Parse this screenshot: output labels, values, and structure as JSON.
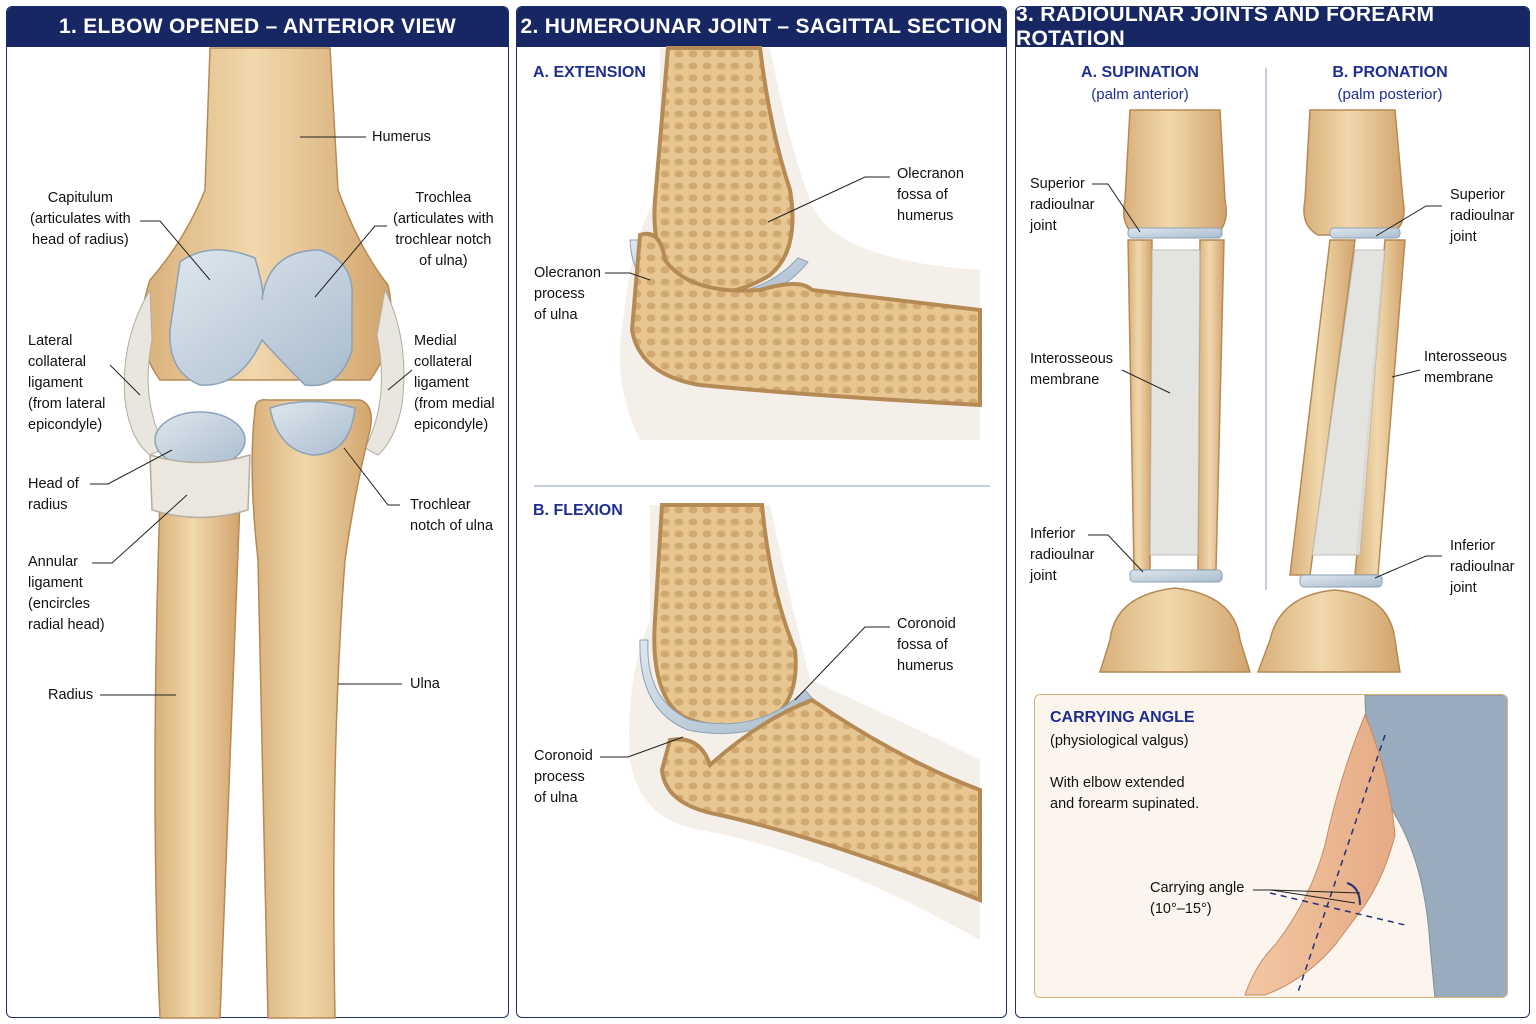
{
  "panels": [
    {
      "title": "1. ELBOW OPENED – ANTERIOR VIEW"
    },
    {
      "title": "2. HUMEROUNAR JOINT – SAGITTAL SECTION"
    },
    {
      "title": "3. RADIOULNAR JOINTS AND FOREARM ROTATION"
    }
  ],
  "p1": {
    "humerus": "Humerus",
    "capitulum": "Capitulum\n(articulates with\nhead of radius)",
    "trochlea": "Trochlea\n(articulates with\ntrochlear notch\nof ulna)",
    "lcl": "Lateral\ncollateral\nligament\n(from lateral\nepicondyle)",
    "mcl": "Medial\ncollateral\nligament\n(from medial\nepicondyle)",
    "head_radius": "Head of\nradius",
    "trochlear_notch": "Trochlear\nnotch of ulna",
    "annular": "Annular\nligament\n(encircles\nradial head)",
    "radius": "Radius",
    "ulna": "Ulna"
  },
  "p2": {
    "extension": "A. EXTENSION",
    "flexion": "B. FLEXION",
    "olecranon_fossa": "Olecranon\nfossa of\nhumerus",
    "olecranon_process": "Olecranon\nprocess\nof ulna",
    "coronoid_fossa": "Coronoid\nfossa of\nhumerus",
    "coronoid_process": "Coronoid\nprocess\nof ulna"
  },
  "p3": {
    "supination": "A. SUPINATION",
    "supination_note": "(palm anterior)",
    "pronation": "B. PRONATION",
    "pronation_note": "(palm posterior)",
    "sup_superior": "Superior\nradioulnar\njoint",
    "sup_interosseous": "Interosseous\nmembrane",
    "sup_inferior": "Inferior\nradioulnar\njoint",
    "pro_superior": "Superior\nradioulnar\njoint",
    "pro_interosseous": "Interosseous\nmembrane",
    "pro_inferior": "Inferior\nradioulnar\njoint"
  },
  "carrying": {
    "title": "CARRYING ANGLE",
    "subtitle": "(physiological valgus)",
    "note": "With elbow extended\nand forearm supinated.",
    "angle_label": "Carrying angle\n(10°–15°)"
  },
  "colors": {
    "header_bg": "#172763",
    "subtitle": "#1f2f8f",
    "bone": "#e8c99a",
    "cartilage": "#c9d6e2",
    "box_border": "#d9b27a"
  }
}
